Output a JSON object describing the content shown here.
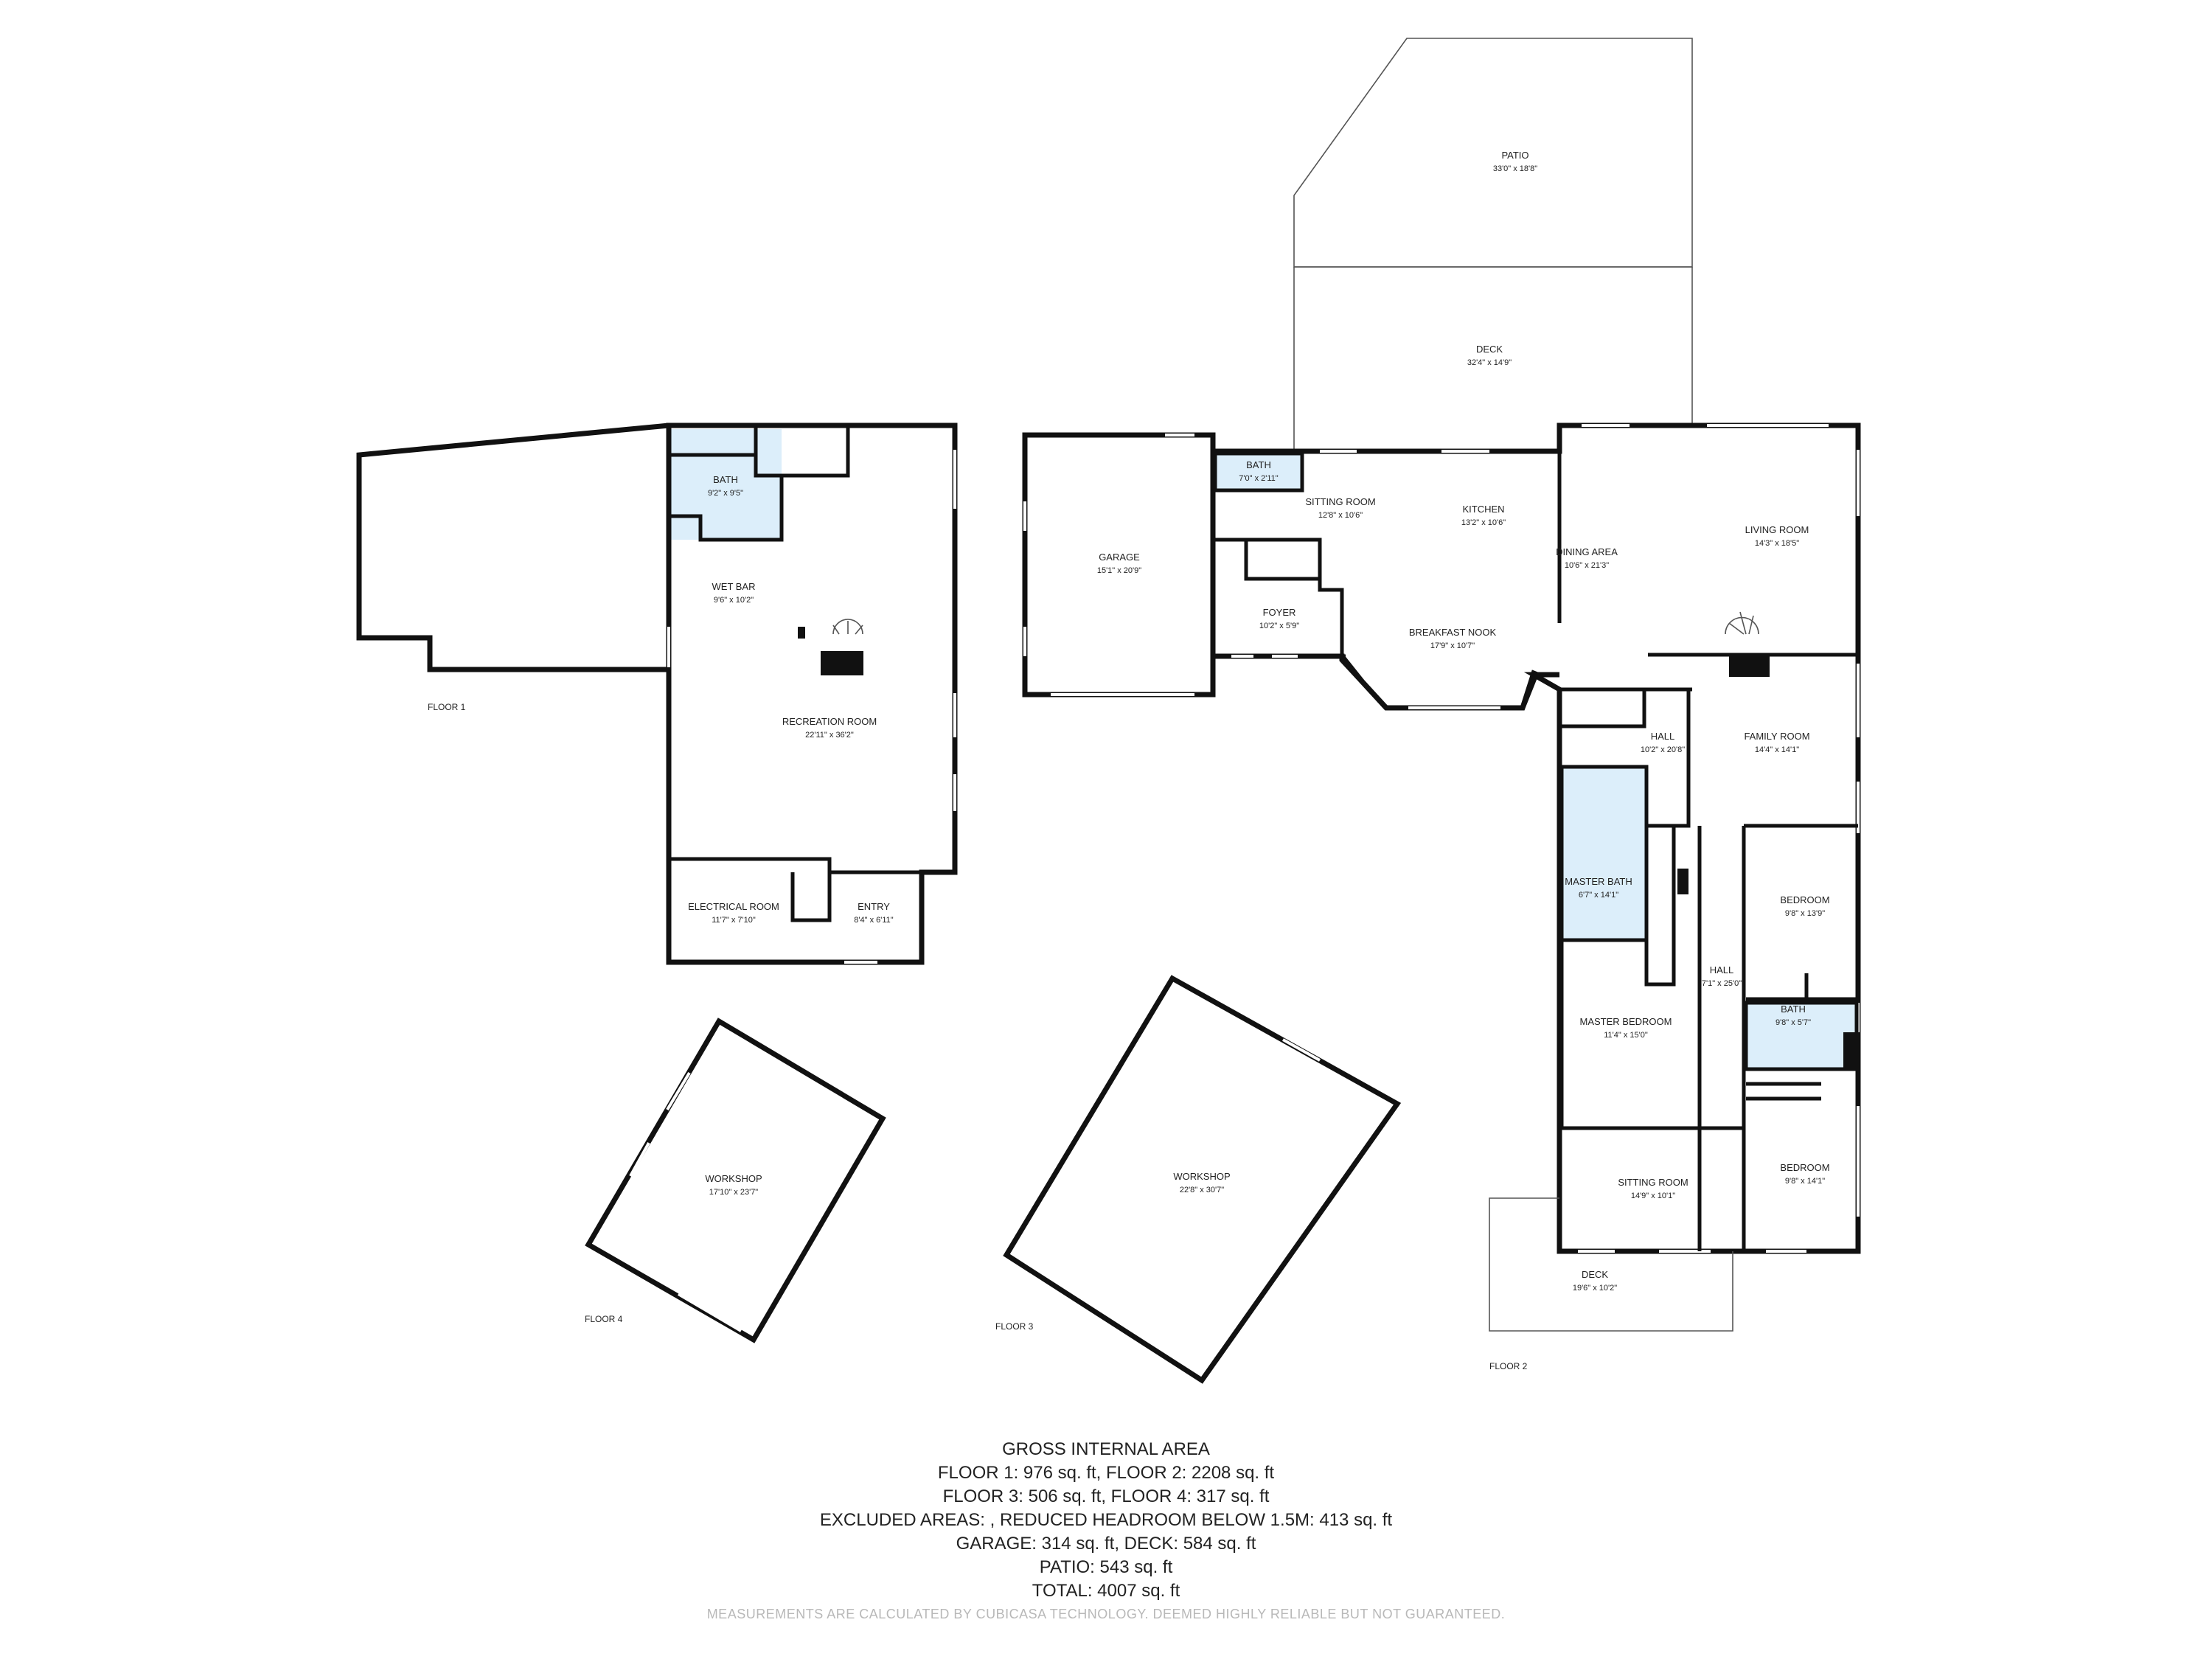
{
  "floors": {
    "floor1": "FLOOR 1",
    "floor2": "FLOOR 2",
    "floor3": "FLOOR 3",
    "floor4": "FLOOR 4"
  },
  "rooms": {
    "f1_bath": {
      "name": "BATH",
      "dim": "9'2\" x 9'5\""
    },
    "f1_wetbar": {
      "name": "WET BAR",
      "dim": "9'6\" x 10'2\""
    },
    "f1_recreation": {
      "name": "RECREATION ROOM",
      "dim": "22'11\" x 36'2\""
    },
    "f1_electrical": {
      "name": "ELECTRICAL ROOM",
      "dim": "11'7\" x 7'10\""
    },
    "f1_entry": {
      "name": "ENTRY",
      "dim": "8'4\" x 6'11\""
    },
    "f2_patio": {
      "name": "PATIO",
      "dim": "33'0\" x 18'8\""
    },
    "f2_deck_top": {
      "name": "DECK",
      "dim": "32'4\" x 14'9\""
    },
    "f2_garage": {
      "name": "GARAGE",
      "dim": "15'1\" x 20'9\""
    },
    "f2_bath_small": {
      "name": "BATH",
      "dim": "7'0\" x 2'11\""
    },
    "f2_sitting_top": {
      "name": "SITTING ROOM",
      "dim": "12'8\" x 10'6\""
    },
    "f2_kitchen": {
      "name": "KITCHEN",
      "dim": "13'2\" x 10'6\""
    },
    "f2_foyer": {
      "name": "FOYER",
      "dim": "10'2\" x 5'9\""
    },
    "f2_breakfast": {
      "name": "BREAKFAST NOOK",
      "dim": "17'9\" x 10'7\""
    },
    "f2_dining": {
      "name": "DINING AREA",
      "dim": "10'6\" x 21'3\""
    },
    "f2_living": {
      "name": "LIVING ROOM",
      "dim": "14'3\" x 18'5\""
    },
    "f2_hall1": {
      "name": "HALL",
      "dim": "10'2\" x 20'8\""
    },
    "f2_family": {
      "name": "FAMILY ROOM",
      "dim": "14'4\" x 14'1\""
    },
    "f2_masterbath": {
      "name": "MASTER BATH",
      "dim": "6'7\" x 14'1\""
    },
    "f2_bedroom1": {
      "name": "BEDROOM",
      "dim": "9'8\" x 13'9\""
    },
    "f2_hall2": {
      "name": "HALL",
      "dim": "7'1\" x 25'0\""
    },
    "f2_masterbed": {
      "name": "MASTER BEDROOM",
      "dim": "11'4\" x 15'0\""
    },
    "f2_bath2": {
      "name": "BATH",
      "dim": "9'8\" x 5'7\""
    },
    "f2_sitting_bottom": {
      "name": "SITTING ROOM",
      "dim": "14'9\" x 10'1\""
    },
    "f2_bedroom2": {
      "name": "BEDROOM",
      "dim": "9'8\" x 14'1\""
    },
    "f2_deck_bottom": {
      "name": "DECK",
      "dim": "19'6\" x 10'2\""
    },
    "f3_workshop": {
      "name": "WORKSHOP",
      "dim": "22'8\" x 30'7\""
    },
    "f4_workshop": {
      "name": "WORKSHOP",
      "dim": "17'10\" x 23'7\""
    }
  },
  "summary": {
    "heading": "GROSS INTERNAL AREA",
    "line1": "FLOOR 1: 976 sq. ft, FLOOR 2: 2208 sq. ft",
    "line2": "FLOOR 3: 506 sq. ft, FLOOR 4: 317 sq. ft",
    "line3": "EXCLUDED AREAS: , REDUCED HEADROOM BELOW 1.5M: 413 sq. ft",
    "line4": "GARAGE: 314 sq. ft, DECK: 584 sq. ft",
    "line5": "PATIO: 543 sq. ft",
    "line6": "TOTAL: 4007 sq. ft",
    "disclaimer": "MEASUREMENTS ARE CALCULATED BY CUBICASA TECHNOLOGY. DEEMED HIGHLY RELIABLE BUT NOT GUARANTEED."
  }
}
